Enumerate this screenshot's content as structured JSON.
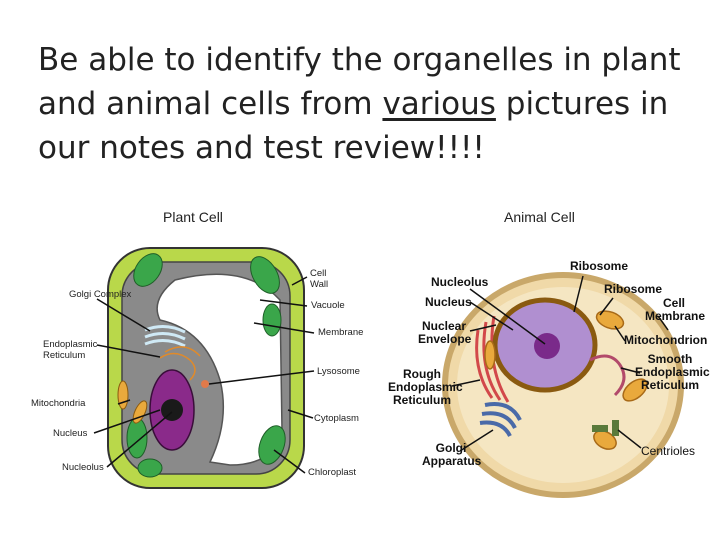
{
  "heading": {
    "part1": "Be able to identify the organelles in plant and animal cells from ",
    "underlined": "various",
    "part2": " pictures in our notes and test review!!!!"
  },
  "plant": {
    "caption": "Plant Cell",
    "labels_left": [
      "Golgi Complex",
      "Endoplasmic Reticulum",
      "Mitochondria",
      "Nucleus",
      "Nucleolus"
    ],
    "labels_right": [
      "Cell Wall",
      "Vacuole",
      "Membrane",
      "Lysosome",
      "Cytoplasm",
      "Chloroplast"
    ]
  },
  "animal": {
    "caption": "Animal Cell",
    "labels": {
      "nucleolus": "Nucleolus",
      "nucleus": "Nucleus",
      "nuclear_envelope": "Nuclear Envelope",
      "rough_er": "Rough Endoplasmic Reticulum",
      "golgi": "Golgi Apparatus",
      "ribosome_top": "Ribosome",
      "ribosome": "Ribosome",
      "cell_membrane": "Cell Membrane",
      "mitochondrion": "Mitochondrion",
      "smooth_er": "Smooth Endoplasmic Reticulum",
      "centrioles": "Centrioles"
    }
  },
  "colors": {
    "cell_wall": "#b9d84a",
    "cytoplasm_plant": "#8c8c8c",
    "vacuole": "#ffffff",
    "chloroplast": "#3aa64a",
    "nucleus_plant": "#8a2a8a",
    "animal_cytoplasm": "#f0d9a8",
    "animal_nucleus": "#b08fd0",
    "mitochondria": "#e9a93c"
  }
}
